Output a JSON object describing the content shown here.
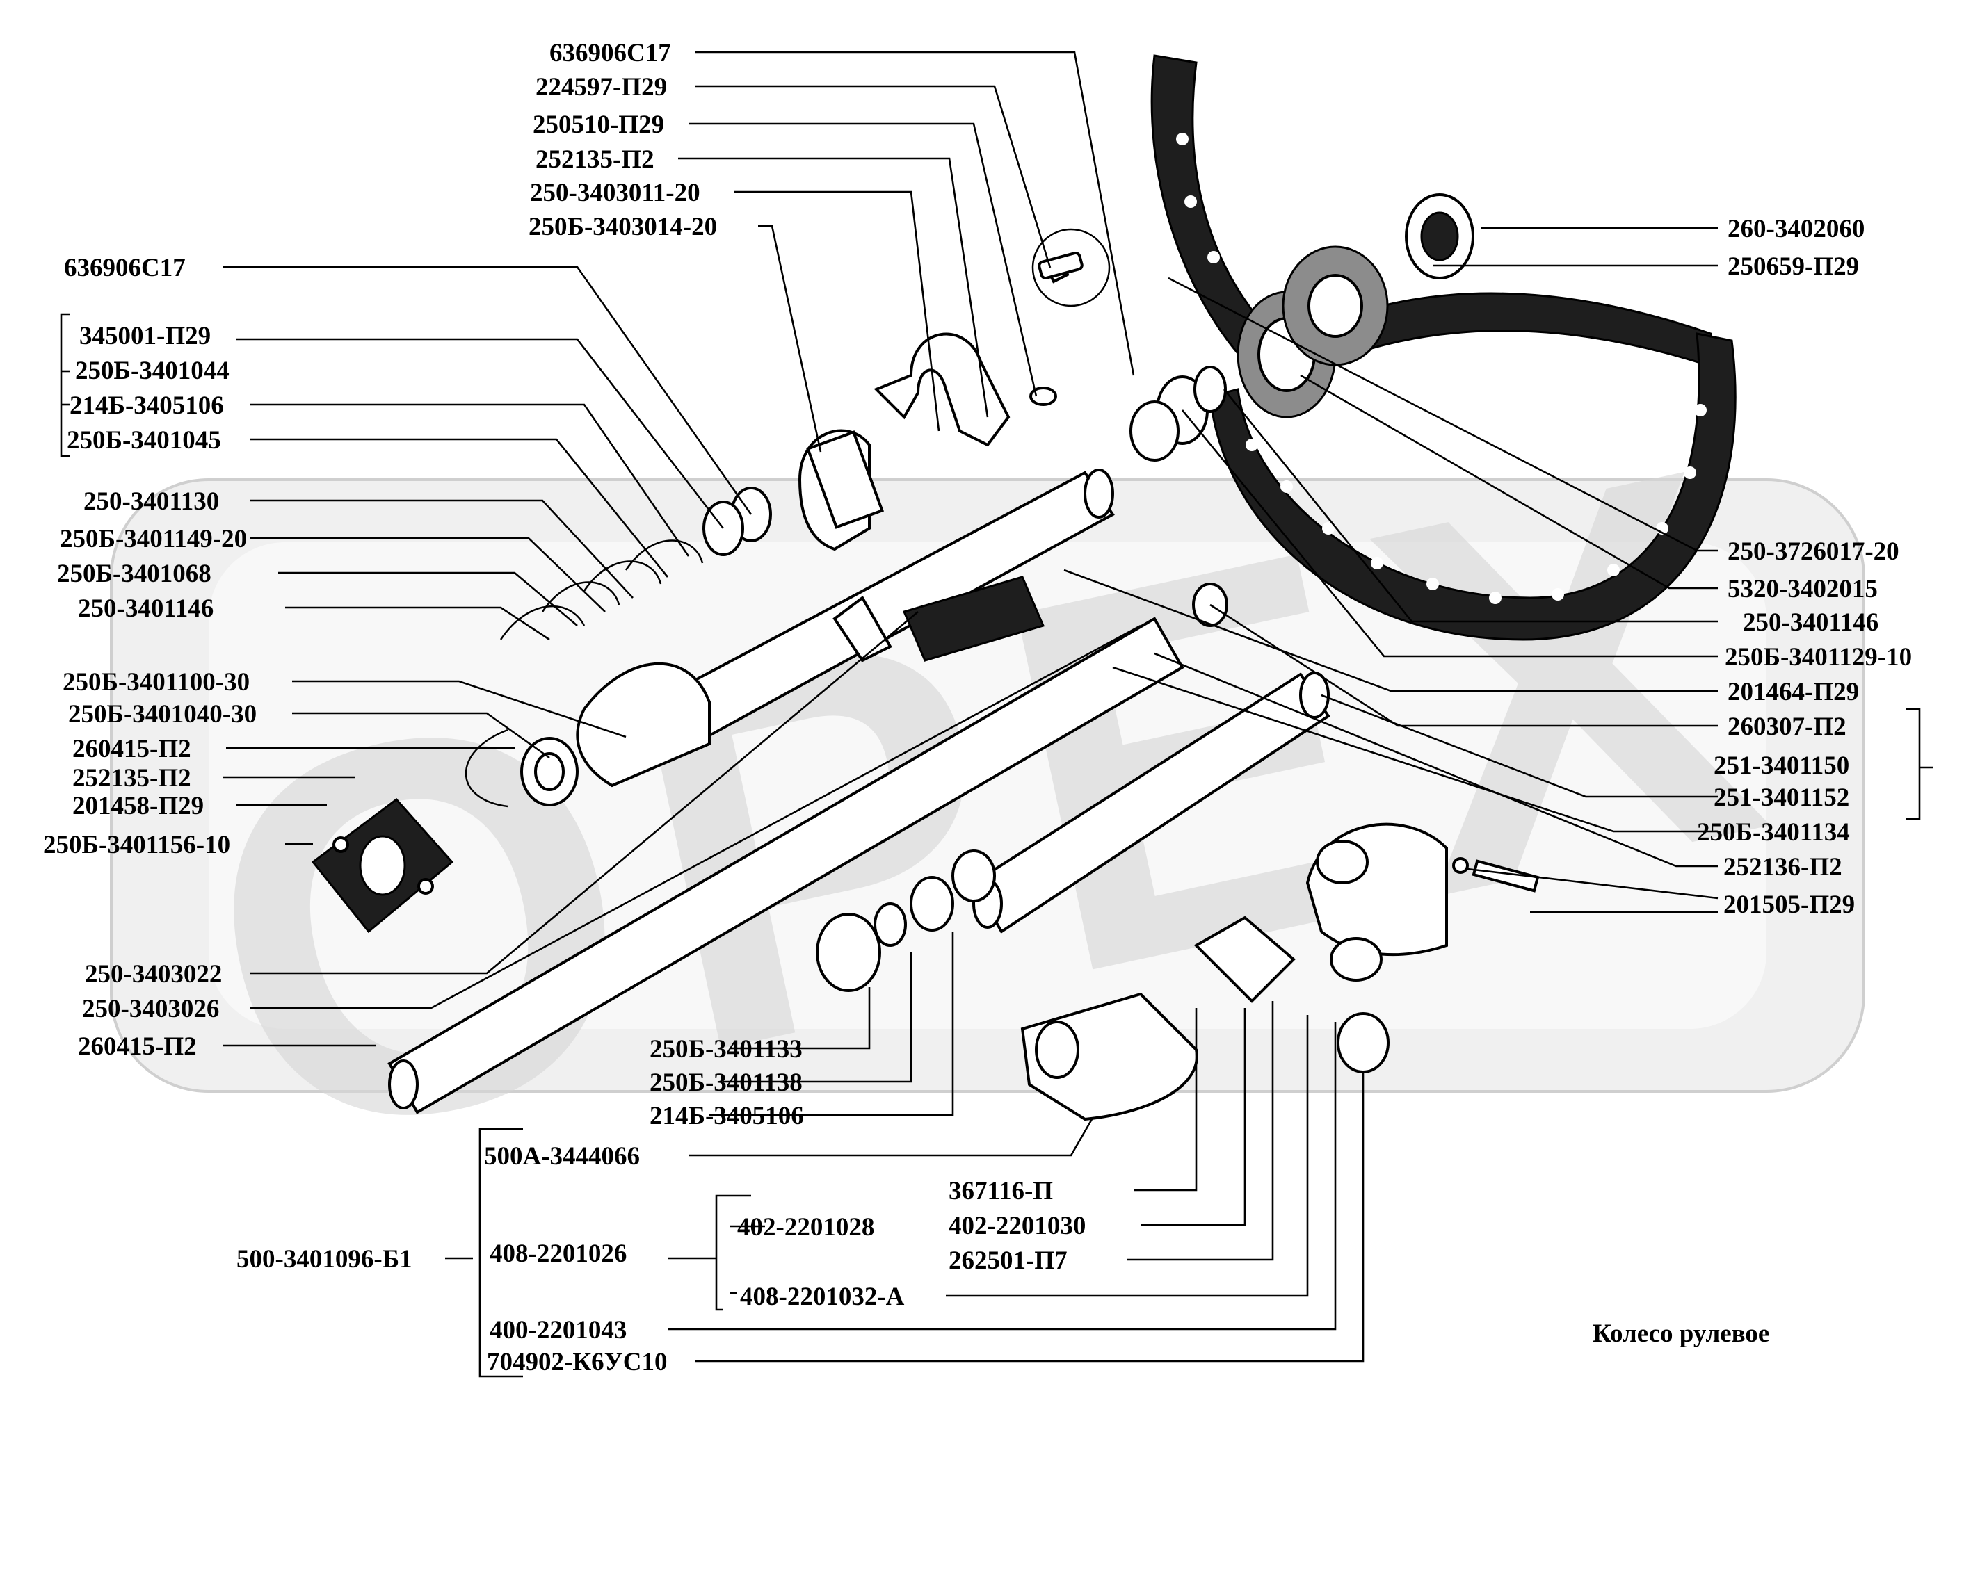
{
  "diagram": {
    "caption": "Колесо рулевое",
    "watermark_text": "OPEX"
  },
  "labels": [
    {
      "id": "top-636906c17",
      "text": "636906С17"
    },
    {
      "id": "top-224597",
      "text": "224597-П29"
    },
    {
      "id": "top-250510",
      "text": "250510-П29"
    },
    {
      "id": "top-252135",
      "text": "252135-П2"
    },
    {
      "id": "top-250-3403011",
      "text": "250-3403011-20"
    },
    {
      "id": "top-250b-3403014",
      "text": "250Б-3403014-20"
    },
    {
      "id": "left-636906c17",
      "text": "636906С17"
    },
    {
      "id": "left-345001",
      "text": "345001-П29"
    },
    {
      "id": "left-250b-3401044",
      "text": "250Б-3401044"
    },
    {
      "id": "left-214b-3405106",
      "text": "214Б-3405106"
    },
    {
      "id": "left-250b-3401045",
      "text": "250Б-3401045"
    },
    {
      "id": "left-250-3401130",
      "text": "250-3401130"
    },
    {
      "id": "left-250b-3401149",
      "text": "250Б-3401149-20"
    },
    {
      "id": "left-250b-3401068",
      "text": "250Б-3401068"
    },
    {
      "id": "left-250-3401146",
      "text": "250-3401146"
    },
    {
      "id": "left-250b-3401100",
      "text": "250Б-3401100-30"
    },
    {
      "id": "left-250b-3401040",
      "text": "250Б-3401040-30"
    },
    {
      "id": "left-260415-a",
      "text": "260415-П2"
    },
    {
      "id": "left-252135",
      "text": "252135-П2"
    },
    {
      "id": "left-201458",
      "text": "201458-П29"
    },
    {
      "id": "left-250b-3401156",
      "text": "250Б-3401156-10"
    },
    {
      "id": "left-250-3403022",
      "text": "250-3403022"
    },
    {
      "id": "left-250-3403026",
      "text": "250-3403026"
    },
    {
      "id": "left-260415-b",
      "text": "260415-П2"
    },
    {
      "id": "right-260-3402060",
      "text": "260-3402060"
    },
    {
      "id": "right-250659",
      "text": "250659-П29"
    },
    {
      "id": "right-250-3726017",
      "text": "250-3726017-20"
    },
    {
      "id": "right-5320-3402015",
      "text": "5320-3402015"
    },
    {
      "id": "right-250-3401146",
      "text": "250-3401146"
    },
    {
      "id": "right-250b-3401129",
      "text": "250Б-3401129-10"
    },
    {
      "id": "right-201464",
      "text": "201464-П29"
    },
    {
      "id": "right-260307",
      "text": "260307-П2"
    },
    {
      "id": "right-251-3401150",
      "text": "251-3401150"
    },
    {
      "id": "right-251-3401152",
      "text": "251-3401152"
    },
    {
      "id": "right-250b-3401134",
      "text": "250Б-3401134"
    },
    {
      "id": "right-252136",
      "text": "252136-П2"
    },
    {
      "id": "right-201505",
      "text": "201505-П29"
    },
    {
      "id": "bot-250b-3401133",
      "text": "250Б-3401133"
    },
    {
      "id": "bot-250b-3401138",
      "text": "250Б-3401138"
    },
    {
      "id": "bot-214b-3405106",
      "text": "214Б-3405106"
    },
    {
      "id": "bot-500a-3444066",
      "text": "500А-3444066"
    },
    {
      "id": "bot-367116",
      "text": "367116-П"
    },
    {
      "id": "bot-402-2201028",
      "text": "402-2201028"
    },
    {
      "id": "bot-402-2201030",
      "text": "402-2201030"
    },
    {
      "id": "bot-500-3401096",
      "text": "500-3401096-Б1"
    },
    {
      "id": "bot-408-2201026",
      "text": "408-2201026"
    },
    {
      "id": "bot-262501",
      "text": "262501-П7"
    },
    {
      "id": "bot-408-2201032",
      "text": "408-2201032-А"
    },
    {
      "id": "bot-400-2201043",
      "text": "400-2201043"
    },
    {
      "id": "bot-704902",
      "text": "704902-К6УС10"
    }
  ]
}
